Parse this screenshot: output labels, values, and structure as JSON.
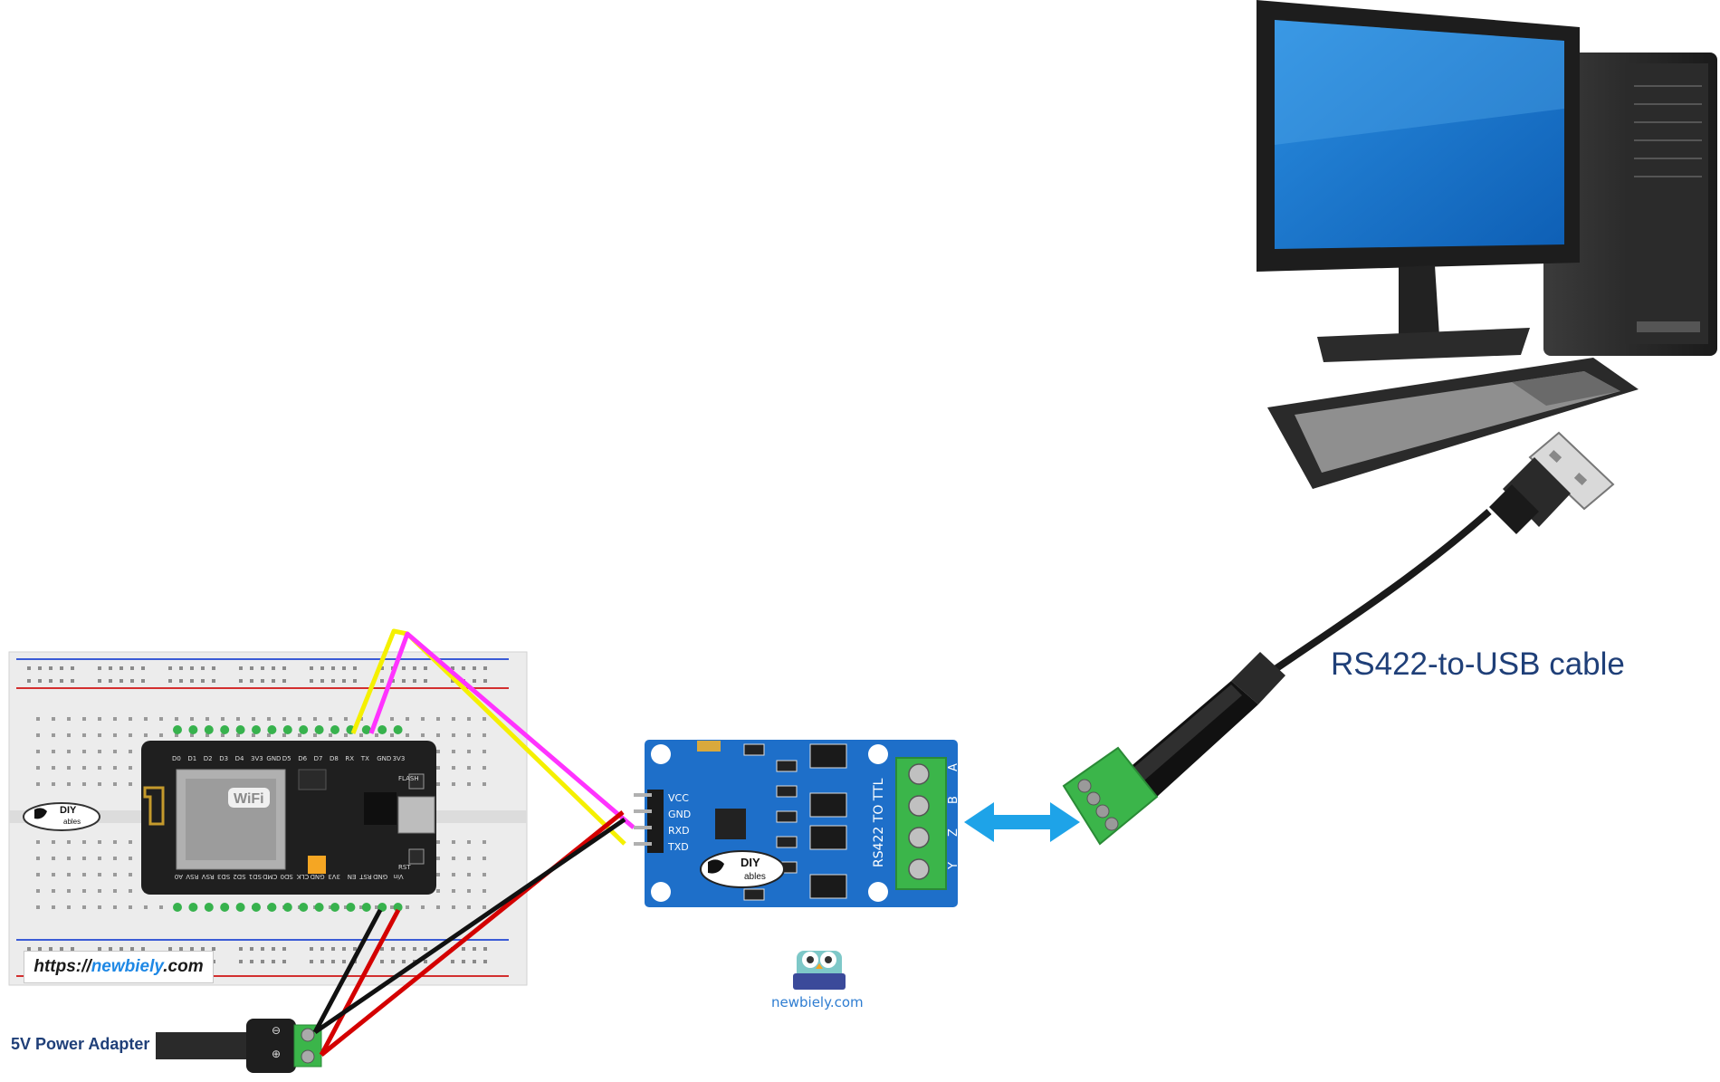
{
  "labels": {
    "cable": "RS422-to-USB cable",
    "power_adapter": "5V Power Adapter",
    "url_prefix": "https://",
    "url_brand": "newbiely",
    "url_suffix": ".com",
    "brand_small": "newbiely.com"
  },
  "esp_board": {
    "top_pins": [
      "D0",
      "D1",
      "D2",
      "D3",
      "D4",
      "3V3",
      "GND",
      "D5",
      "D6",
      "D7",
      "D8",
      "RX",
      "TX",
      "GND",
      "3V3"
    ],
    "bottom_pins": [
      "A0",
      "RSV",
      "RSV",
      "SD3",
      "SD2",
      "SD1",
      "CMD",
      "SD0",
      "CLK",
      "GND",
      "3V3",
      "EN",
      "RST",
      "GND",
      "Vin"
    ],
    "wifi_text": "WiFi",
    "flash_label": "FLASH",
    "rst_label": "RST"
  },
  "rs422_module": {
    "pins": [
      "VCC",
      "GND",
      "RXD",
      "TXD"
    ],
    "title": "RS422 TO TTL",
    "terminals": [
      "A",
      "B",
      "Z",
      "Y"
    ]
  },
  "logo_text": {
    "diy": "DIY",
    "ables": "ables"
  },
  "colors": {
    "wire_yellow": "#f5f000",
    "wire_magenta": "#ff33ff",
    "wire_red": "#d40000",
    "wire_black": "#111111",
    "module_blue": "#1e6fc9",
    "terminal_green": "#39b54a",
    "arrow_blue": "#1ea3e8"
  },
  "icons": [
    "desktop-computer-icon",
    "usb-plug-icon",
    "owl-mascot-icon",
    "double-arrow-icon"
  ]
}
